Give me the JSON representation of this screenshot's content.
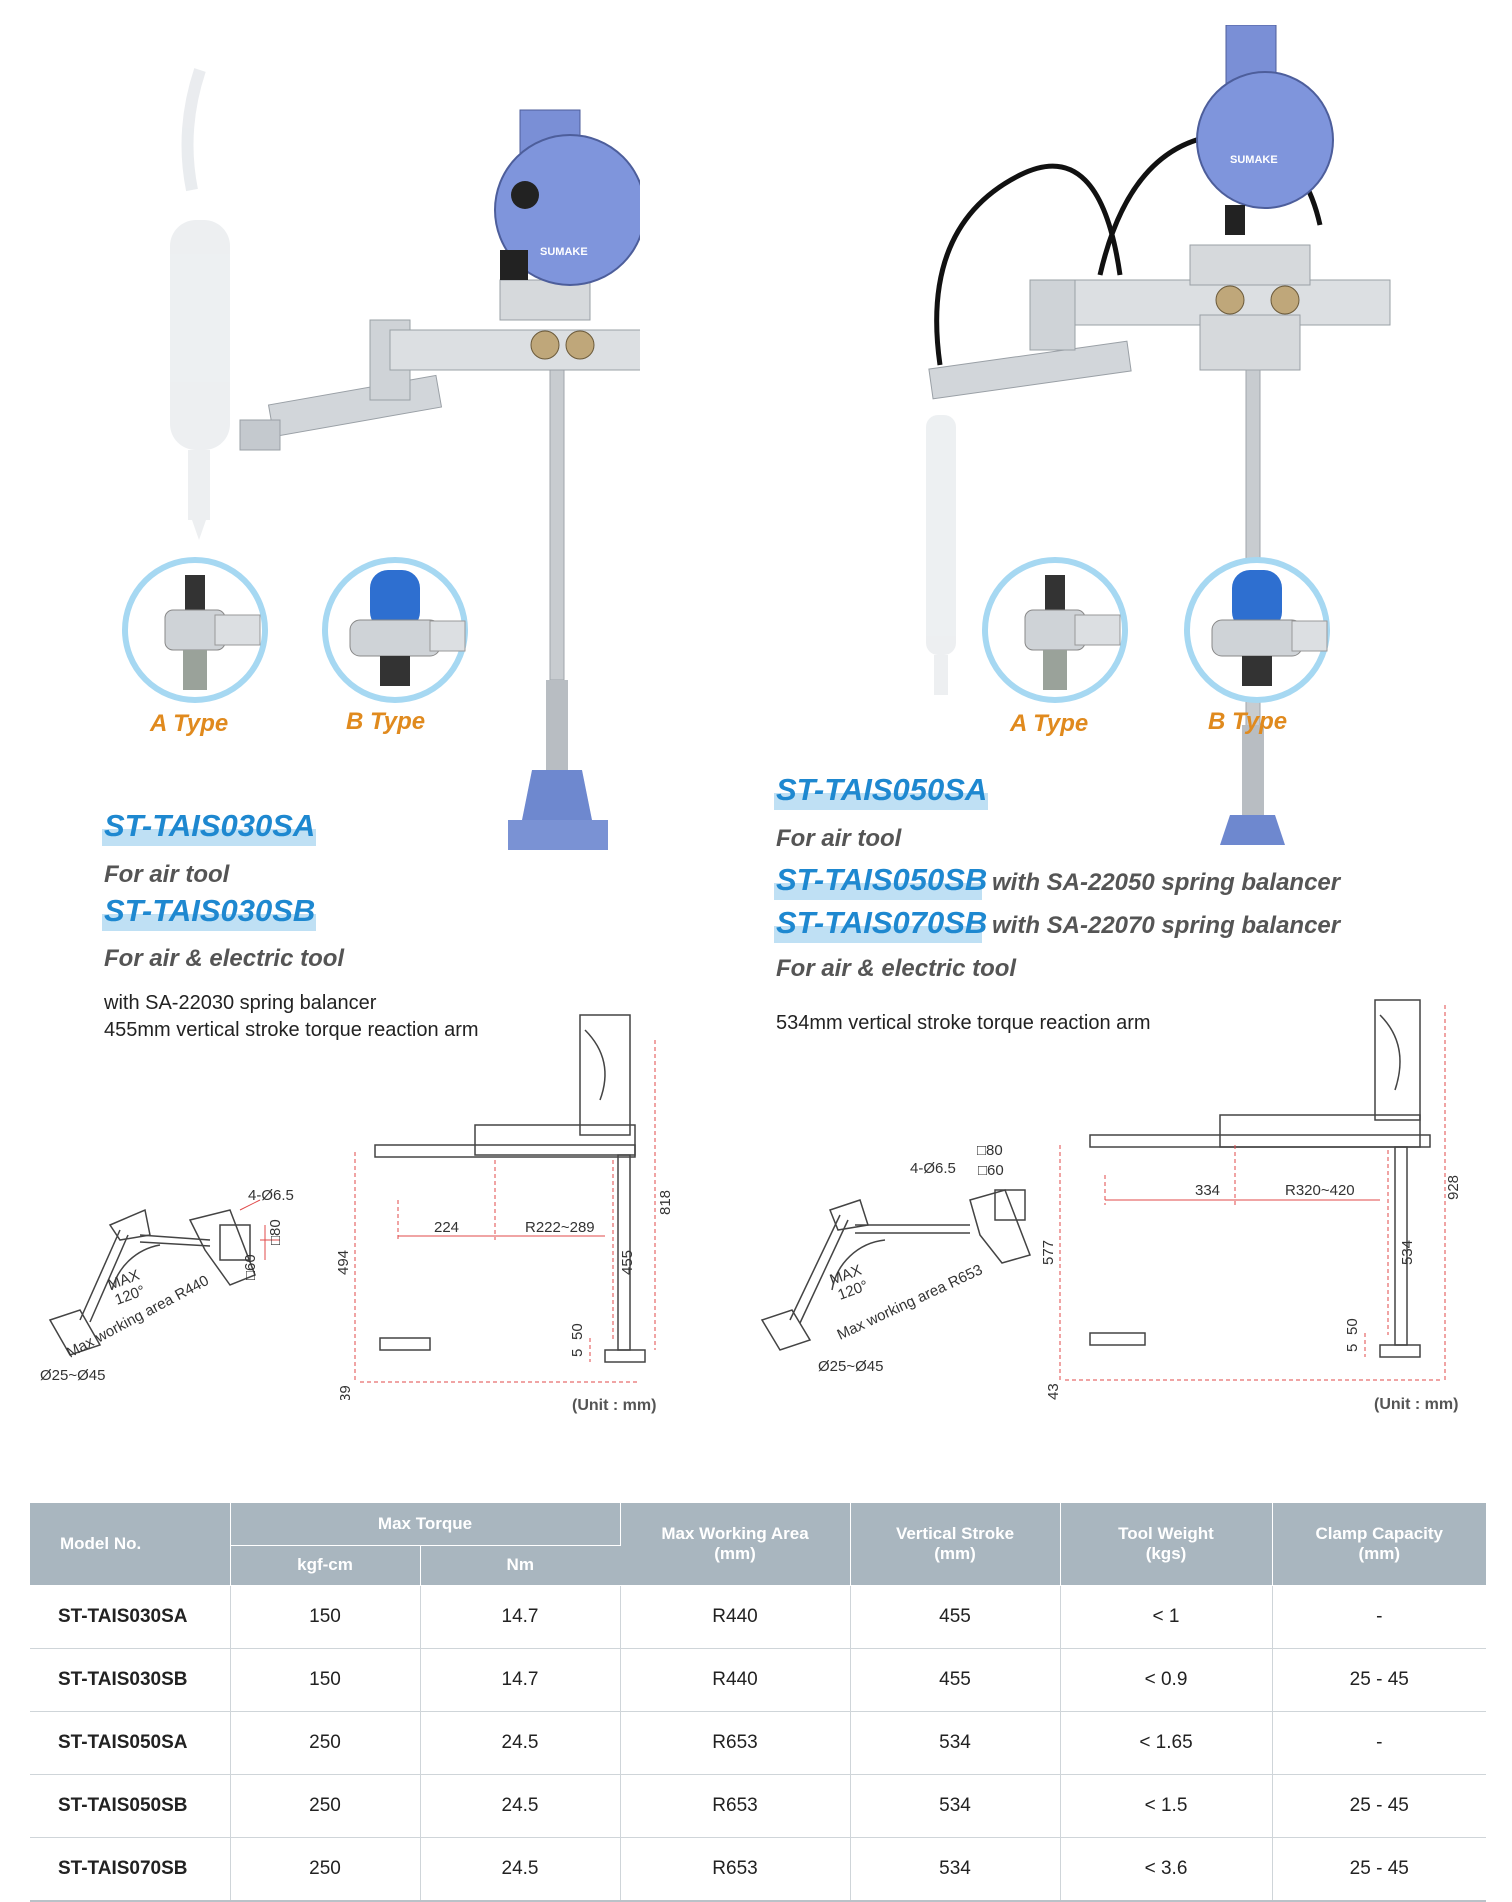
{
  "left_product": {
    "types": [
      "A Type",
      "B Type"
    ],
    "models": [
      {
        "name": "ST-TAIS030SA",
        "use": "For air tool"
      },
      {
        "name": "ST-TAIS030SB",
        "use": "For air & electric tool"
      }
    ],
    "desc_lines": [
      "with SA-22030 spring balancer",
      "455mm vertical stroke torque reaction arm"
    ],
    "brand": "SUMAKE"
  },
  "right_product": {
    "types": [
      "A Type",
      "B Type"
    ],
    "models": [
      {
        "name": "ST-TAIS050SA",
        "use": "For air tool"
      },
      {
        "name": "ST-TAIS050SB",
        "with": "with SA-22050 spring balancer"
      },
      {
        "name": "ST-TAIS070SB",
        "with": "with SA-22070 spring balancer",
        "use": "For air & electric tool"
      }
    ],
    "desc_lines": [
      "534mm vertical stroke torque reaction arm"
    ],
    "brand": "SUMAKE"
  },
  "drawing_left": {
    "holes": "4-Ø6.5",
    "sq80": "□80",
    "sq60": "□60",
    "max": "MAX",
    "angle": "120°",
    "work_area": "Max working area R440",
    "clamp": "Ø25~Ø45",
    "d224": "224",
    "d_reach": "R222~289",
    "d818": "818",
    "d494": "494",
    "d455": "455",
    "d50": "50",
    "d5": "5",
    "d39": "39",
    "unit": "(Unit : mm)"
  },
  "drawing_right": {
    "holes": "4-Ø6.5",
    "sq80": "□80",
    "sq60": "□60",
    "max": "MAX",
    "angle": "120°",
    "work_area": "Max working area R653",
    "clamp": "Ø25~Ø45",
    "d334": "334",
    "d_reach": "R320~420",
    "d928": "928",
    "d577": "577",
    "d534": "534",
    "d50": "50",
    "d5": "5",
    "d43": "43",
    "unit": "(Unit : mm)"
  },
  "table": {
    "headers": {
      "model": "Model No.",
      "max_torque": "Max Torque",
      "kgf": "kgf-cm",
      "nm": "Nm",
      "area_l1": "Max Working Area",
      "area_l2": "(mm)",
      "stroke_l1": "Vertical Stroke",
      "stroke_l2": "(mm)",
      "weight_l1": "Tool Weight",
      "weight_l2": "(kgs)",
      "clamp_l1": "Clamp Capacity",
      "clamp_l2": "(mm)"
    },
    "rows": [
      {
        "model": "ST-TAIS030SA",
        "kgf": "150",
        "nm": "14.7",
        "area": "R440",
        "stroke": "455",
        "weight": "< 1",
        "clamp": "-"
      },
      {
        "model": "ST-TAIS030SB",
        "kgf": "150",
        "nm": "14.7",
        "area": "R440",
        "stroke": "455",
        "weight": "< 0.9",
        "clamp": "25 - 45"
      },
      {
        "model": "ST-TAIS050SA",
        "kgf": "250",
        "nm": "24.5",
        "area": "R653",
        "stroke": "534",
        "weight": "< 1.65",
        "clamp": "-"
      },
      {
        "model": "ST-TAIS050SB",
        "kgf": "250",
        "nm": "24.5",
        "area": "R653",
        "stroke": "534",
        "weight": "< 1.5",
        "clamp": "25 - 45"
      },
      {
        "model": "ST-TAIS070SB",
        "kgf": "250",
        "nm": "24.5",
        "area": "R653",
        "stroke": "534",
        "weight": "< 3.6",
        "clamp": "25 - 45"
      }
    ]
  }
}
